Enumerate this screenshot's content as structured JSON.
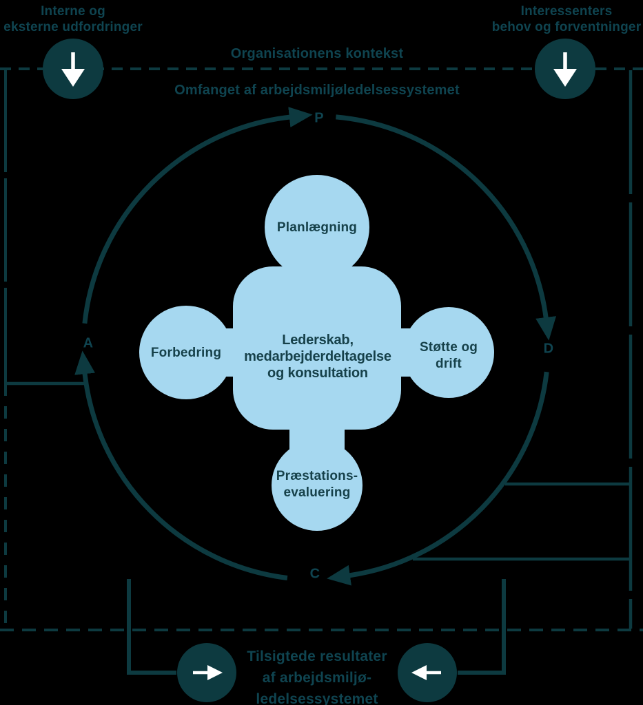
{
  "colors": {
    "background": "#000000",
    "dark_teal": "#0d3a40",
    "light_blue": "#a6d8f0",
    "arrow_white": "#ffffff",
    "text_on_black": "#0f4450",
    "text_on_blue": "#16414a"
  },
  "top_left_label": {
    "line1": "Interne og",
    "line2": "eksterne udfordringer"
  },
  "top_right_label": {
    "line1": "Interessenters",
    "line2": "behov og forventninger"
  },
  "titles": {
    "context": "Organisationens kontekst",
    "scope": "Omfanget af arbejdsmiljøledelsessystemet"
  },
  "pdca": {
    "plan": "P",
    "do": "D",
    "check": "C",
    "act": "A"
  },
  "nodes": {
    "planning": "Planlægning",
    "support": {
      "line1": "Støtte og",
      "line2": "drift"
    },
    "evaluation": {
      "line1": "Præstations-",
      "line2": "evaluering"
    },
    "improvement": "Forbedring",
    "leadership": {
      "line1": "Lederskab,",
      "line2": "medarbejderdeltagelse",
      "line3": "og konsultation"
    }
  },
  "outcome_label": {
    "line1": "Tilsigtede resultater",
    "line2": "af arbejdsmiljø-",
    "line3": "ledelsessystemet"
  }
}
